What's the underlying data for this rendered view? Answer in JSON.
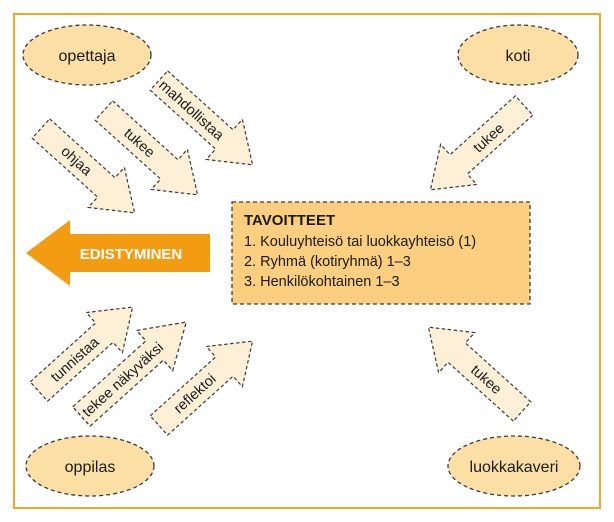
{
  "nodes": {
    "opettaja": "opettaja",
    "koti": "koti",
    "oppilas": "oppilas",
    "luokkakaveri": "luokkakaveri"
  },
  "arrows": {
    "mahdollistaa": "mahdollistaa",
    "tukee_top_left": "tukee",
    "ohjaa": "ohjaa",
    "tukee_koti": "tukee",
    "tunnistaa": "tunnistaa",
    "tekee_nakyvaksi": "tekee näkyväksi",
    "reflektoi": "reflektoi",
    "tukee_luokkakaveri": "tukee"
  },
  "main_arrow": {
    "label": "EDISTYMINEN"
  },
  "goals": {
    "title": "TAVOITTEET",
    "items": [
      "1. Kouluyhteisö tai luokkayhteisö (1)",
      "2. Ryhmä (kotiryhmä) 1–3",
      "3. Henkilökohtainen 1–3"
    ]
  },
  "colors": {
    "frame": "#f5a623",
    "node_fill": "#fcdfa5",
    "arrow_fill": "#fdf0d6",
    "goal_fill": "#fbcf7f",
    "main_arrow": "#f39c12",
    "stroke": "#3a3a3a"
  }
}
